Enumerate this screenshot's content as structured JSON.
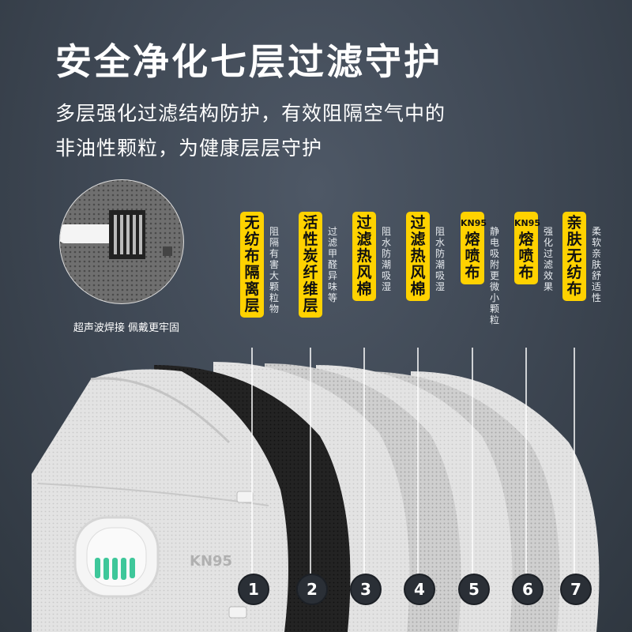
{
  "header": {
    "title": "安全净化七层过滤守护",
    "subtitle_line1": "多层强化过滤结构防护，有效阻隔空气中的",
    "subtitle_line2": "非油性颗粒，为健康层层守护"
  },
  "inset": {
    "caption": "超声波焊接 佩戴更牢固"
  },
  "mask_print": "KN95",
  "layers": [
    {
      "number": "1",
      "name": "无纺布隔离层",
      "desc": "阻隔有害大颗粒物"
    },
    {
      "number": "2",
      "name": "活性炭纤维层",
      "desc": "过滤甲醛异味等"
    },
    {
      "number": "3",
      "name": "过滤热风棉",
      "desc": "阻水防潮吸湿"
    },
    {
      "number": "4",
      "name": "过滤热风棉",
      "desc": "阻水防潮吸湿"
    },
    {
      "number": "5",
      "name": "KN95熔喷布",
      "desc": "静电吸附更微小颗粒"
    },
    {
      "number": "6",
      "name": "KN95熔喷布",
      "desc": "强化过滤效果"
    },
    {
      "number": "7",
      "name": "亲肤无纺布",
      "desc": "柔软亲肤舒适性"
    }
  ],
  "colors": {
    "accent": "#ffd200",
    "background": "#3d4652",
    "filter_white": "#e9e9e9",
    "carbon_black": "#1d1d1d",
    "valve_green": "#3ec79a"
  }
}
